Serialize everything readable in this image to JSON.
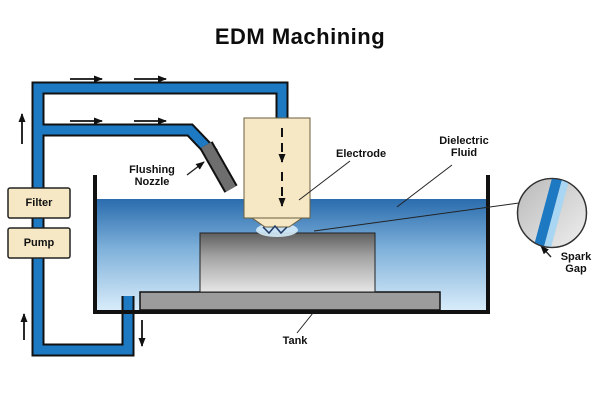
{
  "title": "EDM Machining",
  "labels": {
    "filter": "Filter",
    "pump": "Pump",
    "flushing_nozzle": "Flushing\nNozzle",
    "electrode": "Electrode",
    "dielectric_fluid": "Dielectric\nFluid",
    "tank": "Tank",
    "spark_gap": "Spark\nGap"
  },
  "colors": {
    "pipe_blue": "#1d79c2",
    "fluid_top": "#2a6cae",
    "fluid_mid": "#7fb1da",
    "fluid_bottom": "#d8ecfa",
    "electrode_fill": "#f6e8c5",
    "box_fill": "#f6e8c5",
    "nozzle_gray": "#6e6e6e",
    "workpiece_dark": "#5f5f5f",
    "workpiece_light": "#e6e6e6",
    "stripe_blue": "#1d79c2",
    "stripe_light_blue": "#a9d6f2"
  }
}
